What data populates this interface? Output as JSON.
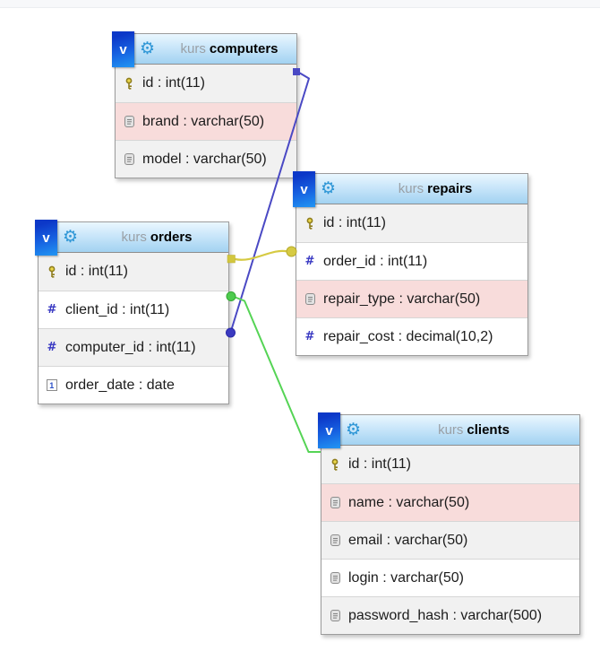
{
  "icons": {
    "view_badge": "v",
    "gear": "⚙",
    "numeric": "#",
    "date_digit": "1"
  },
  "colors": {
    "header_gradient_top": "#eaf7fe",
    "header_gradient_bottom": "#a2d2f1",
    "row_gray": "#f1f1f1",
    "row_pink": "#f8dcdb",
    "row_white": "#ffffff",
    "schema_text": "#9aa0a6",
    "table_name_text": "#000000",
    "connection_blue": "#4a49c4",
    "connection_yellow": "#d6ca43",
    "connection_green": "#55d455"
  },
  "tables": [
    {
      "schema": "kurs",
      "name": "computers",
      "columns": [
        {
          "label": "id : int(11)",
          "icon": "primary-key"
        },
        {
          "label": "brand : varchar(50)",
          "icon": "text-field"
        },
        {
          "label": "model : varchar(50)",
          "icon": "text-field"
        }
      ]
    },
    {
      "schema": "kurs",
      "name": "repairs",
      "columns": [
        {
          "label": "id : int(11)",
          "icon": "primary-key"
        },
        {
          "label": "order_id : int(11)",
          "icon": "numeric-field"
        },
        {
          "label": "repair_type : varchar(50)",
          "icon": "text-field"
        },
        {
          "label": "repair_cost : decimal(10,2)",
          "icon": "numeric-field"
        }
      ]
    },
    {
      "schema": "kurs",
      "name": "orders",
      "columns": [
        {
          "label": "id : int(11)",
          "icon": "primary-key"
        },
        {
          "label": "client_id : int(11)",
          "icon": "numeric-field"
        },
        {
          "label": "computer_id : int(11)",
          "icon": "numeric-field"
        },
        {
          "label": "order_date : date",
          "icon": "date-field"
        }
      ]
    },
    {
      "schema": "kurs",
      "name": "clients",
      "columns": [
        {
          "label": "id : int(11)",
          "icon": "primary-key"
        },
        {
          "label": "name : varchar(50)",
          "icon": "text-field"
        },
        {
          "label": "email : varchar(50)",
          "icon": "text-field"
        },
        {
          "label": "login : varchar(50)",
          "icon": "text-field"
        },
        {
          "label": "password_hash : varchar(500)",
          "icon": "text-field"
        }
      ]
    }
  ],
  "connections": [
    {
      "from_table": "computers",
      "from_column": "id",
      "to_table": "orders",
      "to_column": "computer_id",
      "color": "#4a49c4"
    },
    {
      "from_table": "orders",
      "from_column": "id",
      "to_table": "repairs",
      "to_column": "order_id",
      "color": "#d6ca43"
    },
    {
      "from_table": "orders",
      "from_column": "client_id",
      "to_table": "clients",
      "to_column": "id",
      "color": "#55d455"
    }
  ]
}
